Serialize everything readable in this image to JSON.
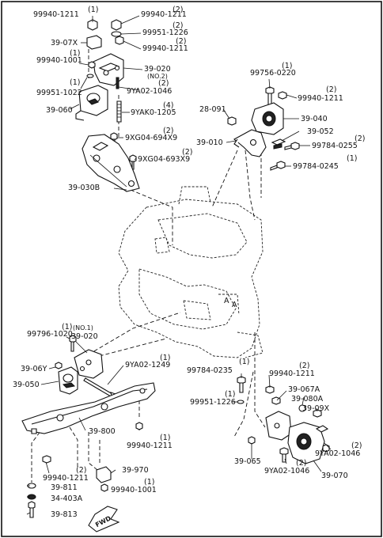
{
  "callouts": {
    "c01": {
      "label": "99940-1211",
      "qty": "(1)"
    },
    "c02": {
      "label": "99940-1211",
      "qty": "(2)"
    },
    "c03": {
      "label": "99951-1226",
      "qty": "(2)"
    },
    "c04": {
      "label": "39-07X"
    },
    "c05": {
      "label": "99940-1211",
      "qty": "(2)"
    },
    "c06": {
      "label": "99940-1001",
      "qty": "(1)"
    },
    "c07": {
      "label": "39-020",
      "note": "(NO.2)"
    },
    "c08": {
      "label": "99951-1022",
      "qty": "(1)"
    },
    "c09": {
      "label": "9YA02-1046",
      "qty": "(2)"
    },
    "c10": {
      "label": "39-060"
    },
    "c11": {
      "label": "9YAK0-1205",
      "qty": "(4)"
    },
    "c12": {
      "label": "9XG04-694X9",
      "qty": "(2)"
    },
    "c13": {
      "label": "9XG04-693X9",
      "qty": "(2)"
    },
    "c14": {
      "label": "39-030B"
    },
    "c15": {
      "label": "99756-0220",
      "qty": "(1)"
    },
    "c16": {
      "label": "99940-1211",
      "qty": "(2)"
    },
    "c17": {
      "label": "28-091"
    },
    "c18": {
      "label": "39-040"
    },
    "c19": {
      "label": "39-052"
    },
    "c20": {
      "label": "39-010"
    },
    "c21": {
      "label": "99784-0255",
      "qty": "(2)"
    },
    "c22": {
      "label": "99784-0245",
      "qty": "(1)"
    },
    "c23": {
      "label": "99796-1020",
      "qty": "(1)"
    },
    "c24": {
      "label": "39-020",
      "note": "(NO.1)"
    },
    "c25": {
      "label": "9YA02-1249",
      "qty": "(1)"
    },
    "c26": {
      "label": "39-06Y"
    },
    "c27": {
      "label": "39-050"
    },
    "c28": {
      "label": "39-800"
    },
    "c29": {
      "label": "99940-1211",
      "qty": "(1)"
    },
    "c30": {
      "label": "99940-1211",
      "qty": "(2)"
    },
    "c31": {
      "label": "39-970"
    },
    "c32": {
      "label": "39-811"
    },
    "c33": {
      "label": "99940-1001",
      "qty": "(1)"
    },
    "c34": {
      "label": "34-403A"
    },
    "c35": {
      "label": "39-813"
    },
    "c36": {
      "label": "99784-0235",
      "qty": "(1)"
    },
    "c37": {
      "label": "99940-1211",
      "qty": "(2)"
    },
    "c38": {
      "label": "39-067A"
    },
    "c39": {
      "label": "39-080A"
    },
    "c40": {
      "label": "99951-1226",
      "qty": "(1)"
    },
    "c41": {
      "label": "39-09X"
    },
    "c42": {
      "label": "9YA02-1046",
      "qty": "(2)"
    },
    "c43": {
      "label": "39-065"
    },
    "c44": {
      "label": "9YA02-1046",
      "qty": "(2)"
    },
    "c45": {
      "label": "39-070"
    }
  },
  "engine_marker": "A",
  "direction_arrow": {
    "label": "FWD"
  }
}
